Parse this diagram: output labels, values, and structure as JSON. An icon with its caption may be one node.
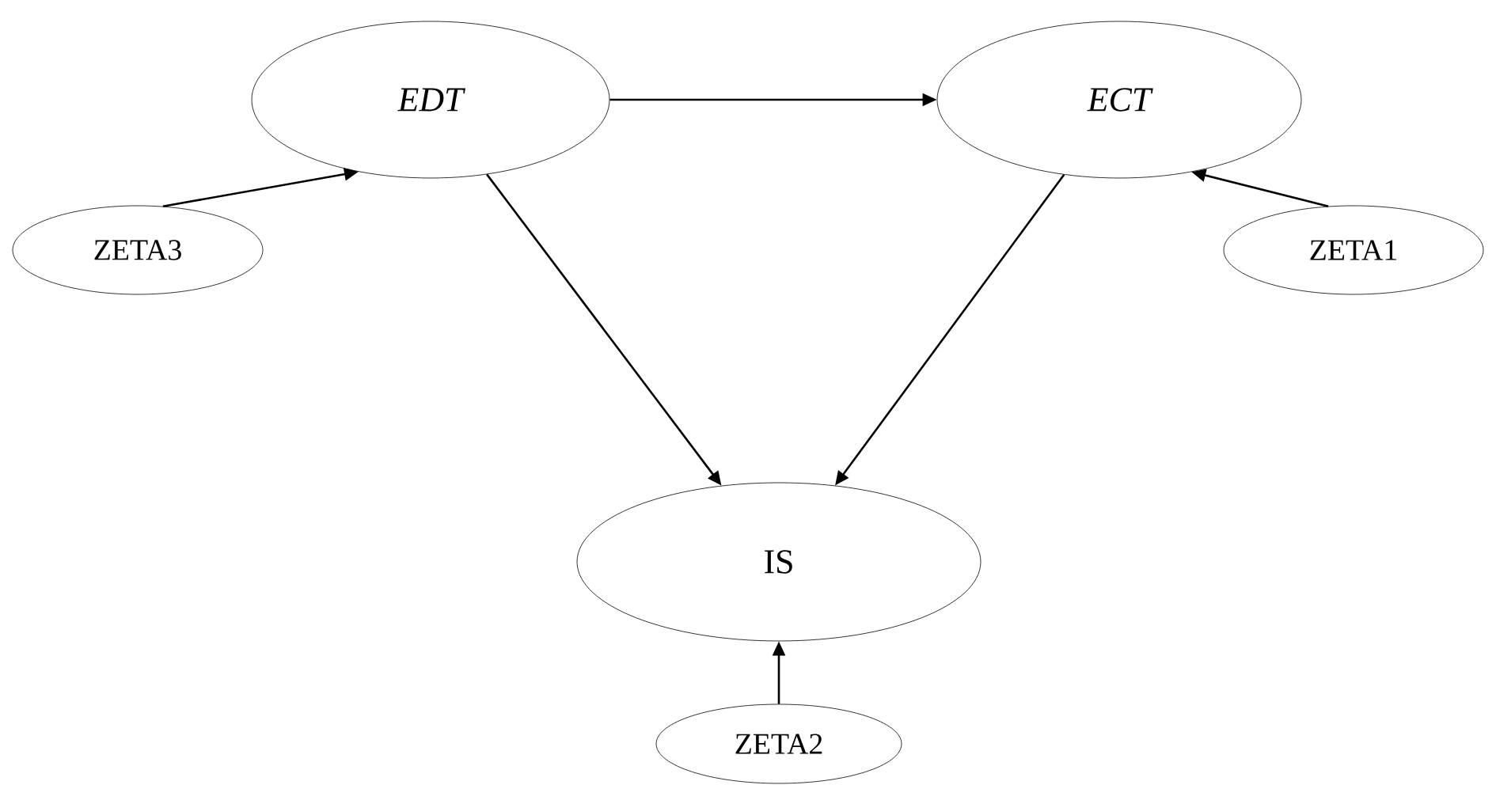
{
  "diagram": {
    "nodes": [
      {
        "text": [
          "EDT"
        ]
      },
      {
        "text": [
          "ECT"
        ]
      },
      {
        "text": [
          "ZETA3"
        ]
      },
      {
        "text": [
          "ZETA1"
        ]
      },
      {
        "text": [
          "IS"
        ]
      },
      {
        "text": [
          "ZETA2"
        ]
      }
    ],
    "edges": [
      {
        "from": 0,
        "to": 1,
        "arrow": "to"
      },
      {
        "from": 2,
        "to": 0,
        "arrow": "to"
      },
      {
        "from": 3,
        "to": 1,
        "arrow": "to"
      },
      {
        "from": 0,
        "to": 4,
        "arrow": "to"
      },
      {
        "from": 1,
        "to": 4,
        "arrow": "to"
      },
      {
        "from": 5,
        "to": 4,
        "arrow": "to"
      }
    ]
  }
}
